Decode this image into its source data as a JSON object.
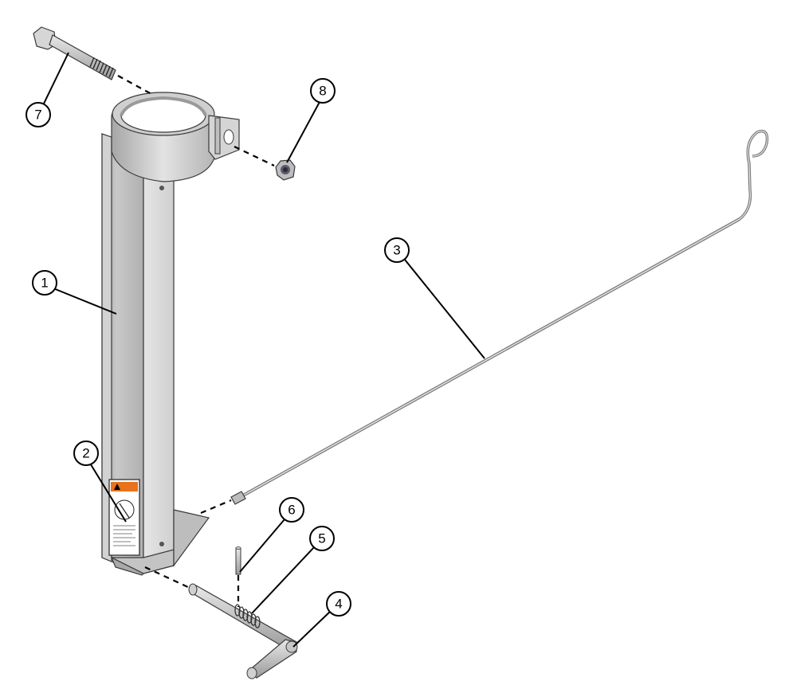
{
  "diagram": {
    "colors": {
      "metal_light": "#d9d9d9",
      "metal_mid": "#b8b8b8",
      "metal_dark": "#8a8a8a",
      "warning_orange": "#e8731c"
    },
    "callouts": [
      {
        "id": "1",
        "part": "tube"
      },
      {
        "id": "2",
        "part": "warning-decal"
      },
      {
        "id": "3",
        "part": "rod"
      },
      {
        "id": "4",
        "part": "handle"
      },
      {
        "id": "5",
        "part": "spring"
      },
      {
        "id": "6",
        "part": "pin"
      },
      {
        "id": "7",
        "part": "bolt"
      },
      {
        "id": "8",
        "part": "nut"
      }
    ]
  }
}
